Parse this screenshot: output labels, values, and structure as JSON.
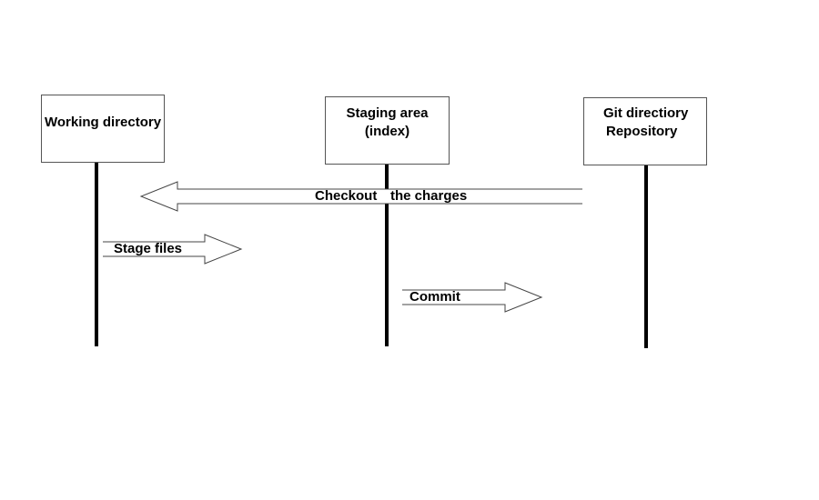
{
  "participants": [
    {
      "id": "working",
      "lines": [
        "Working directory"
      ]
    },
    {
      "id": "staging",
      "lines": [
        "Staging area",
        "(index)"
      ]
    },
    {
      "id": "git",
      "lines": [
        "Git directiory",
        "Repository"
      ]
    }
  ],
  "messages": [
    {
      "id": "checkout",
      "label_part1": "Checkout",
      "label_part2": "the charges",
      "from": "git",
      "to": "working"
    },
    {
      "id": "stage",
      "label": "Stage files",
      "from": "working",
      "to": "staging"
    },
    {
      "id": "commit",
      "label": "Commit",
      "from": "staging",
      "to": "git"
    }
  ],
  "colors": {
    "line": "#000000",
    "box_border": "#555555",
    "arrow_stroke": "#444444",
    "background": "#ffffff"
  }
}
